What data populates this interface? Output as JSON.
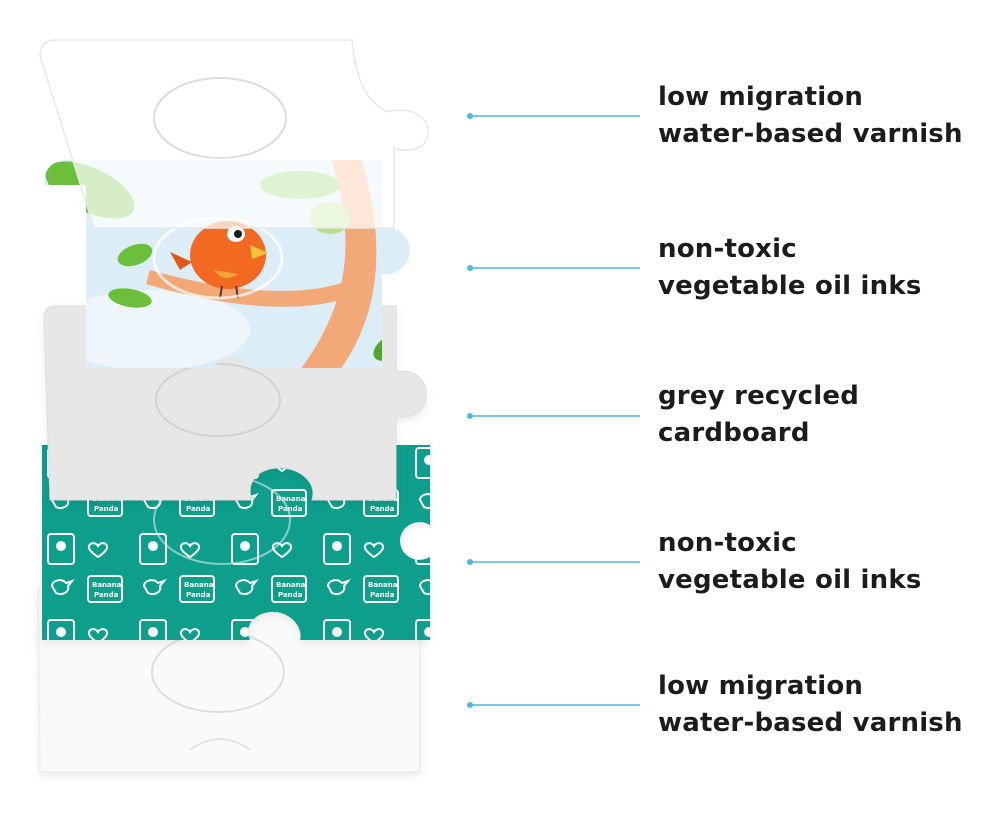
{
  "layers": [
    {
      "lines": [
        "low migration",
        "water-based varnish"
      ]
    },
    {
      "lines": [
        "non-toxic",
        "vegetable oil inks"
      ]
    },
    {
      "lines": [
        "grey recycled",
        "cardboard"
      ]
    },
    {
      "lines": [
        "non-toxic",
        "vegetable oil inks"
      ]
    },
    {
      "lines": [
        "low migration",
        "water-based varnish"
      ]
    }
  ],
  "pattern": {
    "brand_line1": "Banana",
    "brand_line2": "Panda"
  },
  "colors": {
    "connector": "#4fb6d8",
    "teal": "#0f9e8c",
    "grey_card": "#e7e7e7",
    "varnish": "#fafafa",
    "sky": "#dcedf7",
    "bird": "#f26a22",
    "leaf": "#6cbf3a",
    "text": "#1c1c1c"
  }
}
